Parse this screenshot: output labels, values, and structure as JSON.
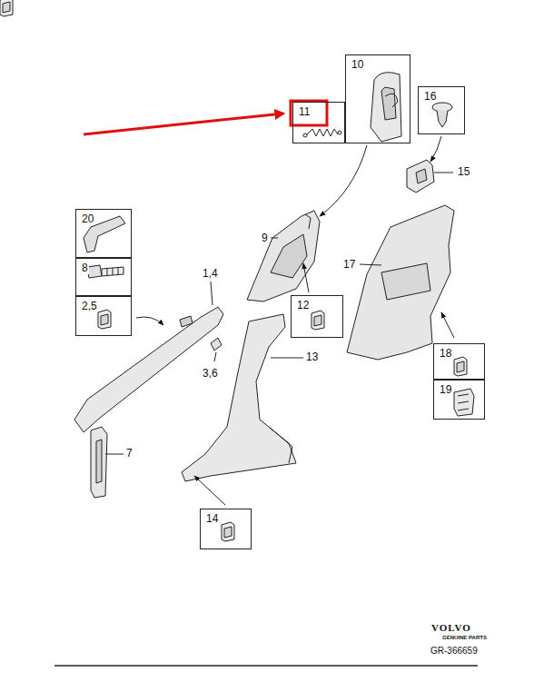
{
  "diagram": {
    "nodes": [
      {
        "text": [
          "10"
        ]
      },
      {
        "text": [
          "11"
        ]
      },
      {
        "text": [
          "16"
        ]
      },
      {
        "text": [
          "20"
        ]
      },
      {
        "text": [
          "8"
        ]
      },
      {
        "text": [
          "2,5"
        ]
      },
      {
        "text": [
          "12"
        ]
      },
      {
        "text": [
          "18"
        ]
      },
      {
        "text": [
          "19"
        ]
      },
      {
        "text": [
          "14"
        ]
      }
    ],
    "labels": [
      "15",
      "1,4",
      "9",
      "17",
      "3,6",
      "13",
      "7",
      "VOLVO",
      "GENUINE PARTS",
      "GR-366659"
    ]
  }
}
